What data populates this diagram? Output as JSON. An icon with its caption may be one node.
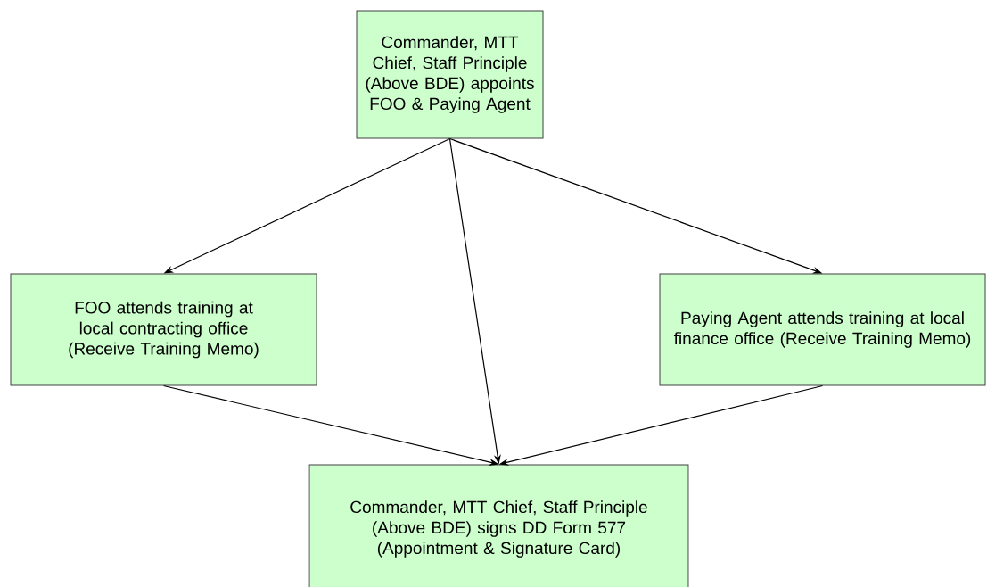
{
  "diagram": {
    "nodes": [
      {
        "text": [
          "Commander, MTT Chief, Staff Principle (Above BDE) appoints FOO & Paying Agent"
        ]
      },
      {
        "text": [
          "FOO attends training at local contracting office (Receive Training  Memo)"
        ]
      },
      {
        "text": [
          "Paying Agent attends training at local finance office (Receive Training  Memo)"
        ]
      },
      {
        "text": [
          "Commander, MTT Chief, Staff Principle (Above BDE) signs DD Form 577 (Appointment & Signature Card)"
        ]
      }
    ],
    "edges": [
      {
        "from": 0,
        "to": 1,
        "arrow": "to"
      },
      {
        "from": 0,
        "to": 3,
        "arrow": "to"
      },
      {
        "from": 0,
        "to": 2,
        "arrow": "to"
      },
      {
        "from": 1,
        "to": 3,
        "arrow": "to"
      },
      {
        "from": 2,
        "to": 3,
        "arrow": "to"
      }
    ]
  }
}
